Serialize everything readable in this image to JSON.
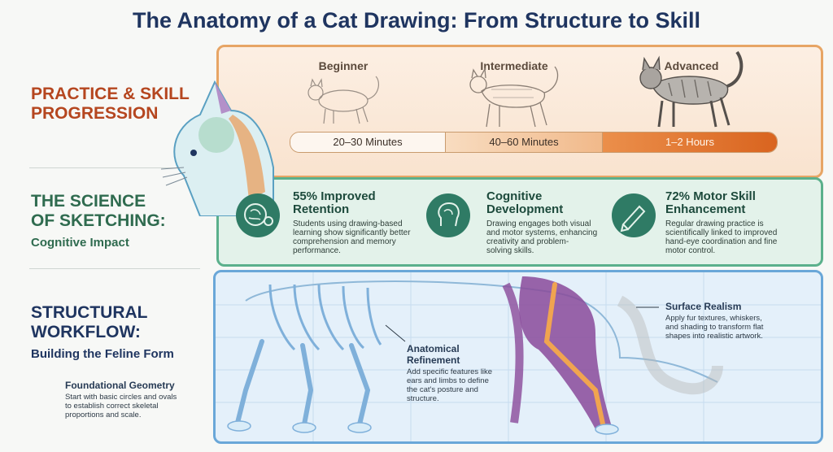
{
  "title": "The Anatomy of a Cat Drawing: From Structure to Skill",
  "practice": {
    "heading_line1": "PRACTICE & SKILL",
    "heading_line2": "PROGRESSION",
    "levels": [
      {
        "label": "Beginner",
        "time": "20–30 Minutes"
      },
      {
        "label": "Intermediate",
        "time": "40–60 Minutes"
      },
      {
        "label": "Advanced",
        "time": "1–2 Hours"
      }
    ]
  },
  "science": {
    "heading_line1": "THE SCIENCE",
    "heading_line2": "OF SKETCHING:",
    "subheading": "Cognitive Impact",
    "cards": [
      {
        "icon": "brain-gear-icon",
        "title_line1": "55% Improved",
        "title_line2": "Retention",
        "text": [
          "Students using drawing-based",
          "learning show significantly better",
          "comprehension and memory",
          "performance."
        ]
      },
      {
        "icon": "head-brain-icon",
        "title_line1": "Cognitive",
        "title_line2": "Development",
        "text": [
          "Drawing engages both visual",
          "and motor systems, enhancing",
          "creativity and problem-",
          "solving skills."
        ]
      },
      {
        "icon": "hand-pencil-icon",
        "title_line1": "72% Motor Skill",
        "title_line2": "Enhancement",
        "text": [
          "Regular drawing practice is",
          "scientifically linked to improved",
          "hand-eye coordination and fine",
          "motor control."
        ]
      }
    ]
  },
  "structural": {
    "heading_line1": "STRUCTURAL",
    "heading_line2": "WORKFLOW:",
    "subheading": "Building the Feline Form",
    "annotations": [
      {
        "title": "Foundational Geometry",
        "text": [
          "Start with basic circles and ovals",
          "to establish correct skeletal",
          "proportions and scale."
        ]
      },
      {
        "title_line1": "Anatomical",
        "title_line2": "Refinement",
        "text": [
          "Add specific features like",
          "ears and limbs to define",
          "the cat's posture and",
          "structure."
        ]
      },
      {
        "title": "Surface Realism",
        "text": [
          "Apply fur textures, whiskers,",
          "and shading to transform flat",
          "shapes into realistic artwork."
        ]
      }
    ]
  },
  "colors": {
    "title": "#1f3560",
    "practice_heading": "#b5461f",
    "science_heading": "#2f6b4f",
    "structural_heading": "#1f3560"
  }
}
